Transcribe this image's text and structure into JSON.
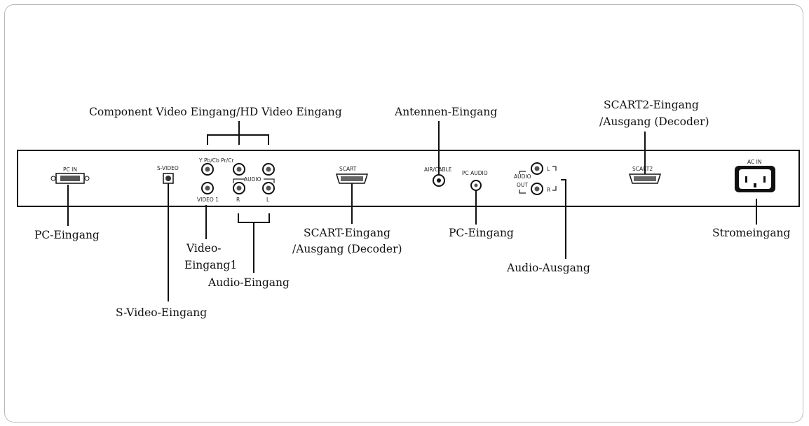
{
  "panel_labels": {
    "pc_in": "PC IN",
    "s_video": "S-VIDEO",
    "component": "Y Pb/Cb Pr/Cr",
    "audio": "AUDIO",
    "video1": "VIDEO 1",
    "r": "R",
    "l": "L",
    "scart": "SCART",
    "air_cable": "AIR/CABLE",
    "pc_audio": "PC AUDIO",
    "audio_out_1": "AUDIO",
    "audio_out_2": "OUT",
    "out_l": "L",
    "out_r": "R",
    "scart2": "SCART2",
    "ac_in": "AC IN"
  },
  "callouts": {
    "component_video": "Component Video Eingang/HD Video Eingang",
    "antenna": "Antennen-Eingang",
    "scart2_line1": "SCART2-Eingang",
    "scart2_line2": "/Ausgang (Decoder)",
    "pc_in": "PC-Eingang",
    "video1_line1": "Video-",
    "video1_line2": "Eingang1",
    "audio_in": "Audio-Eingang",
    "s_video": "S-Video-Eingang",
    "scart_line1": "SCART-Eingang",
    "scart_line2": "/Ausgang (Decoder)",
    "pc_audio": "PC-Eingang",
    "audio_out": "Audio-Ausgang",
    "power": "Stromeingang"
  }
}
